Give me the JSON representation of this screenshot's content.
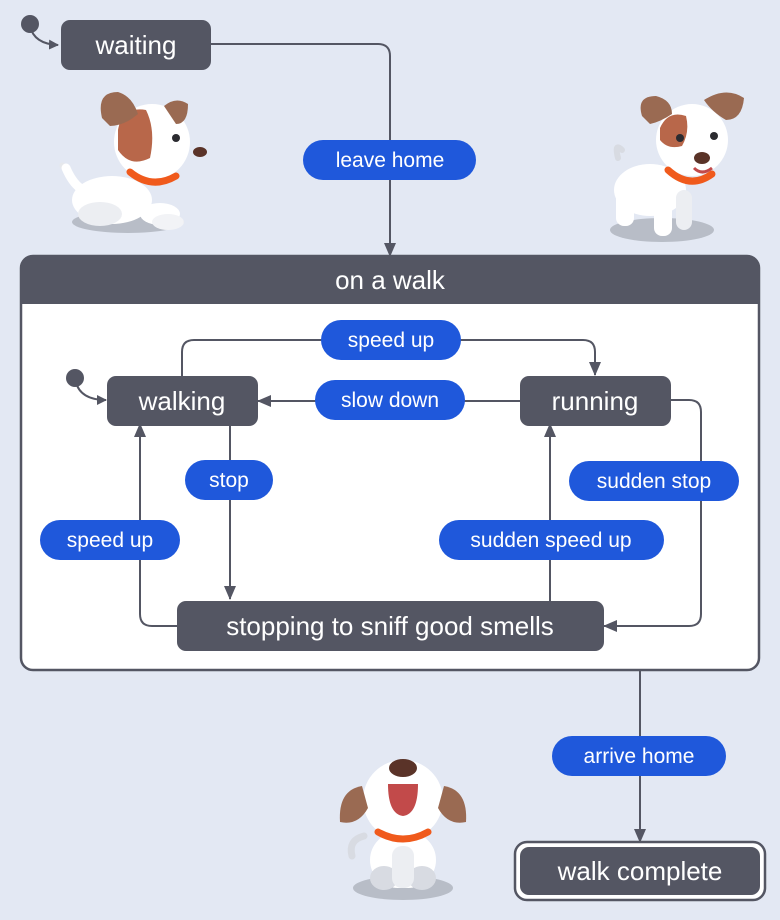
{
  "states": {
    "waiting": "waiting",
    "on_a_walk": "on a walk",
    "walking": "walking",
    "running": "running",
    "sniffing": "stopping to sniff good smells",
    "walk_complete": "walk complete"
  },
  "transitions": {
    "leave_home": "leave home",
    "speed_up_top": "speed up",
    "slow_down": "slow down",
    "stop": "stop",
    "speed_up_left": "speed up",
    "sudden_speed_up": "sudden speed up",
    "sudden_stop": "sudden stop",
    "arrive_home": "arrive home"
  },
  "colors": {
    "background": "#e3e8f3",
    "state_fill": "#545663",
    "state_text": "#ffffff",
    "label_fill": "#1f58db",
    "line": "#545663",
    "composite_body": "#ffffff"
  },
  "icons": [
    "dog-sitting-left-icon",
    "dog-standing-right-icon",
    "dog-howling-icon"
  ]
}
